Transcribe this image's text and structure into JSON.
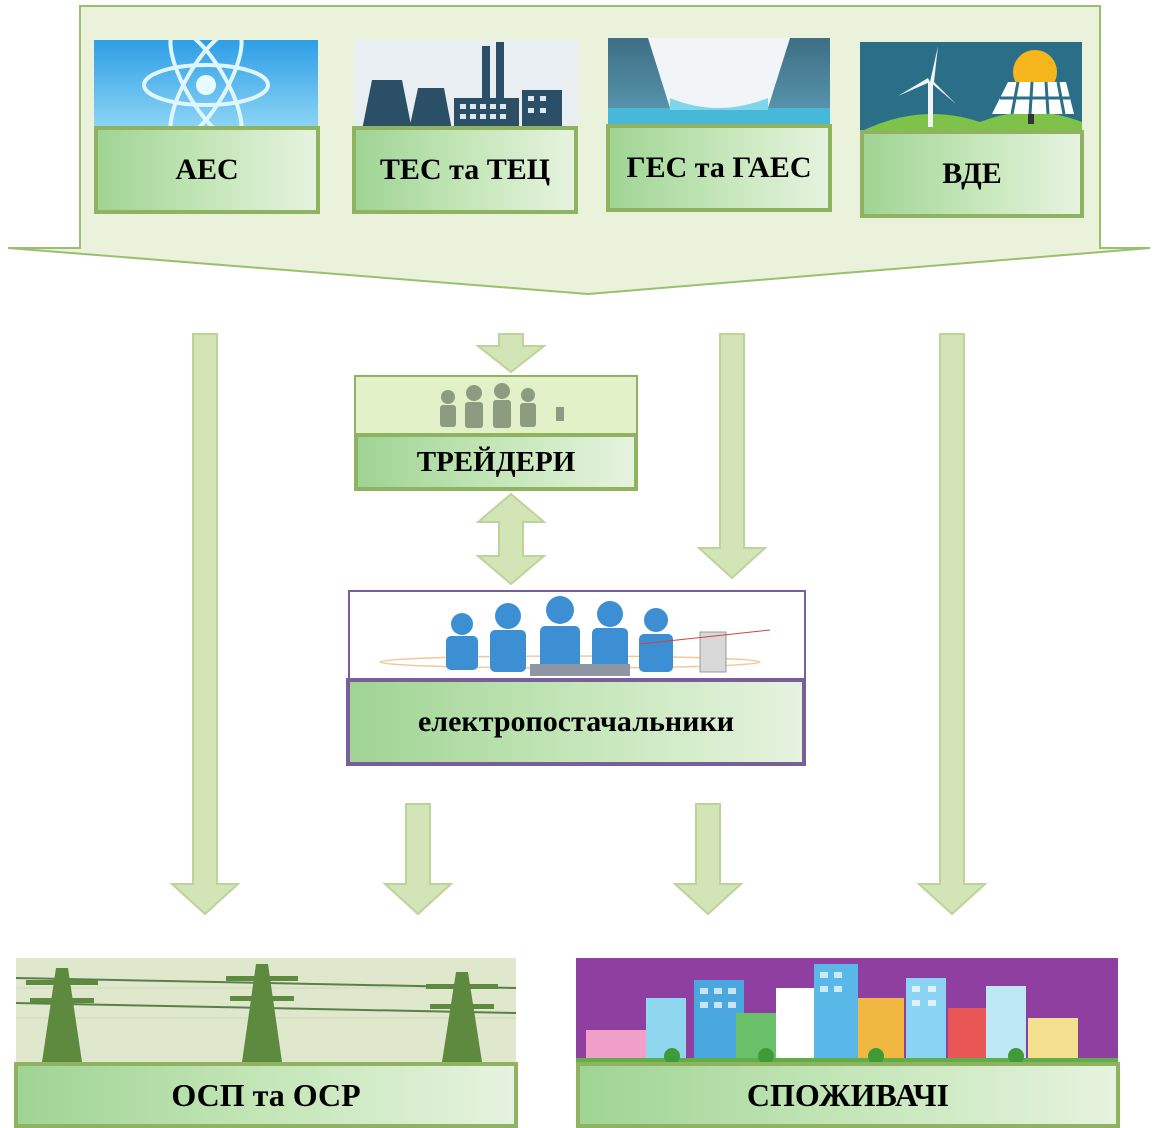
{
  "generators": [
    {
      "label": "АЕС",
      "icon": "atom-icon"
    },
    {
      "label": "ТЕС та ТЕЦ",
      "icon": "thermal-plant-icon"
    },
    {
      "label": "ГЕС та ГАЕС",
      "icon": "hydro-dam-icon"
    },
    {
      "label": "ВДЕ",
      "icon": "wind-solar-icon"
    }
  ],
  "traders": {
    "label": "ТРЕЙДЕРИ",
    "icon": "people-group-icon"
  },
  "suppliers": {
    "label": "електропостачальники",
    "icon": "people-group-icon"
  },
  "operators": {
    "label": "ОСП та ОСР",
    "icon": "power-tower-icon"
  },
  "consumers": {
    "label": "СПОЖИВАЧІ",
    "icon": "city-skyline-icon"
  },
  "colors": {
    "panel": "#ebf2dc",
    "panel_border": "#9bbf6e",
    "label_green": "#9fd494",
    "arrow": "#d3e4b6",
    "arrow_border": "#bcd49a",
    "supplier_border": "#7a5e9a",
    "consumer_bg": "#8f3fa0"
  }
}
